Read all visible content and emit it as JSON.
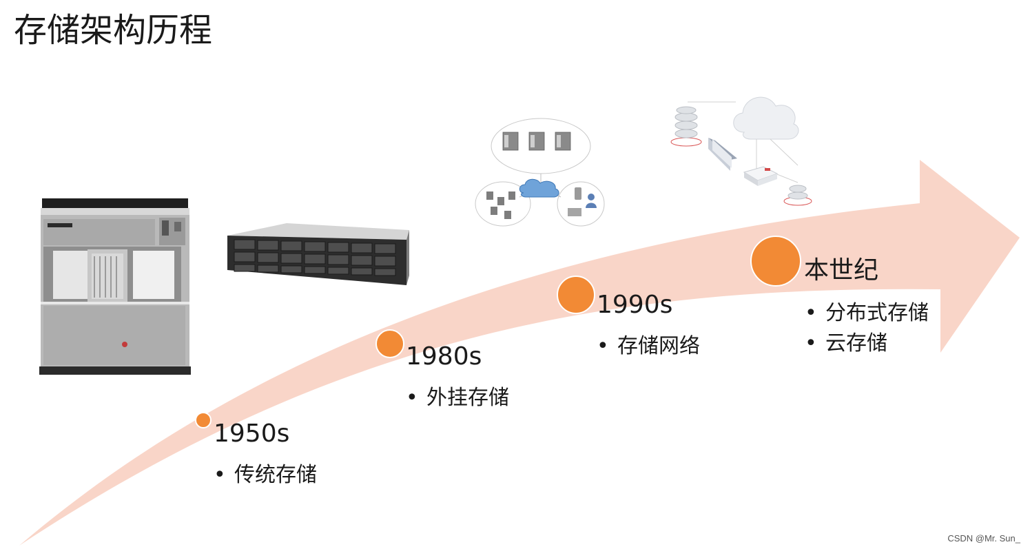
{
  "title": "存储架构历程",
  "timeline": [
    {
      "year": "1950s",
      "items": [
        "传统存储"
      ]
    },
    {
      "year": "1980s",
      "items": [
        "外挂存储"
      ]
    },
    {
      "year": "1990s",
      "items": [
        "存储网络"
      ]
    },
    {
      "year": "本世纪",
      "items": [
        "分布式存储",
        "云存储"
      ]
    }
  ],
  "bullet": "•",
  "illustrations": [
    {
      "name": "mainframe-storage-cabinet-image"
    },
    {
      "name": "rack-disk-array-image"
    },
    {
      "name": "storage-network-diagram-image"
    },
    {
      "name": "cloud-storage-diagram-image"
    }
  ],
  "watermark": "CSDN @Mr. Sun_",
  "colors": {
    "arrow": "#f9d3c5",
    "dot": "#f28a35",
    "text": "#1a1a1a",
    "background": "#ffffff"
  }
}
